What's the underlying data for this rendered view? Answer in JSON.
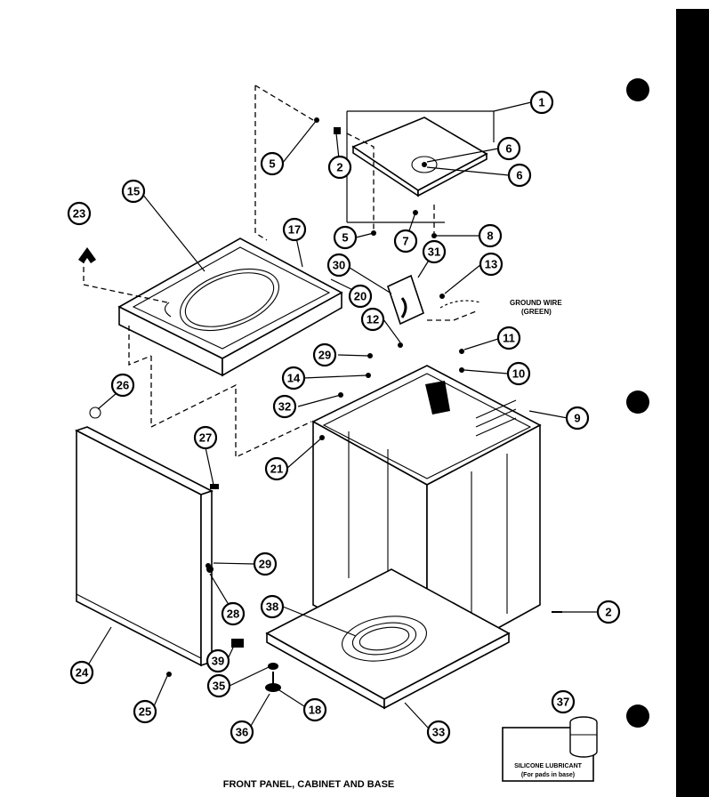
{
  "caption": "FRONT PANEL, CABINET AND BASE",
  "ground_wire_note": {
    "line1": "GROUND WIRE",
    "line2": "(GREEN)"
  },
  "silicone_note": {
    "line1": "SILICONE LUBRICANT",
    "line2": "(For pads in base)"
  },
  "callouts": [
    "1",
    "2",
    "5",
    "5",
    "6",
    "6",
    "7",
    "8",
    "15",
    "17",
    "23",
    "30",
    "31",
    "13",
    "20",
    "12",
    "11",
    "10",
    "29",
    "14",
    "32",
    "9",
    "26",
    "27",
    "21",
    "29",
    "28",
    "38",
    "2",
    "24",
    "39",
    "35",
    "18",
    "36",
    "25",
    "33",
    "37"
  ],
  "colors": {
    "ink": "#000000",
    "paper": "#ffffff"
  }
}
